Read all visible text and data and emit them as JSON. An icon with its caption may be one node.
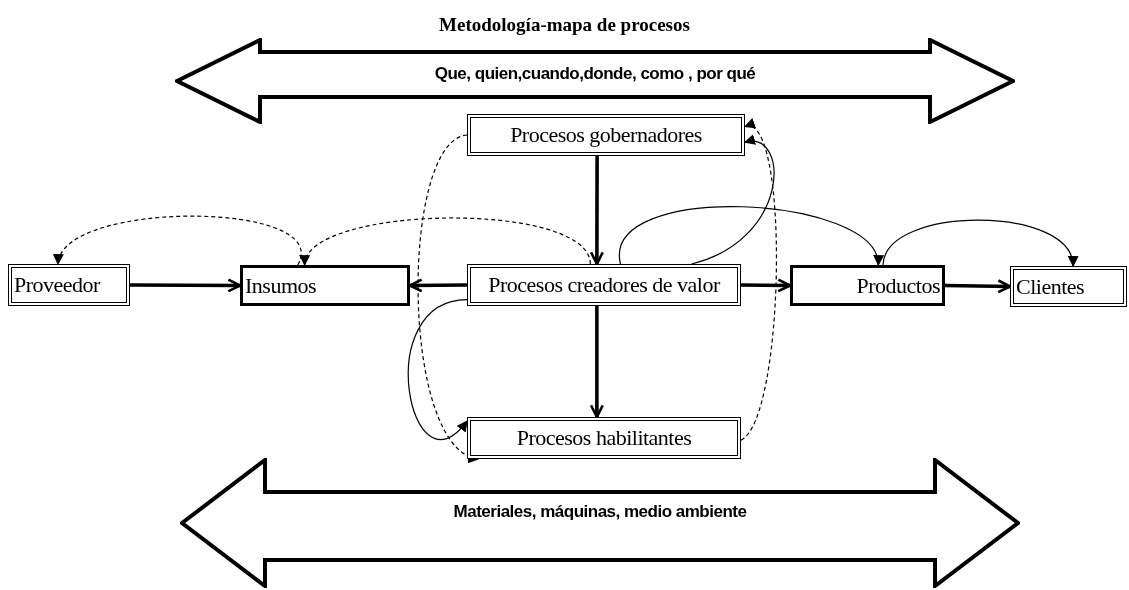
{
  "diagram": {
    "title": "Metodología-mapa de procesos",
    "nodes": [
      {
        "text": [
          "Que, quien,cuando,donde, como , por qué"
        ]
      },
      {
        "text": [
          "Procesos gobernadores"
        ]
      },
      {
        "text": [
          "Proveedor"
        ]
      },
      {
        "text": [
          "Insumos"
        ]
      },
      {
        "text": [
          "Procesos creadores de valor"
        ]
      },
      {
        "text": [
          "Productos"
        ]
      },
      {
        "text": [
          "Clientes"
        ]
      },
      {
        "text": [
          "Procesos habilitantes"
        ]
      },
      {
        "text": [
          "Materiales, máquinas, medio ambiente"
        ]
      }
    ],
    "edges": [
      {
        "from": 2,
        "to": 3,
        "arrow": "to",
        "style": "thick"
      },
      {
        "from": 4,
        "to": 3,
        "arrow": "to",
        "style": "thick"
      },
      {
        "from": 4,
        "to": 5,
        "arrow": "to",
        "style": "thick"
      },
      {
        "from": 5,
        "to": 6,
        "arrow": "to",
        "style": "thick"
      },
      {
        "from": 1,
        "to": 4,
        "arrow": "to",
        "style": "thick"
      },
      {
        "from": 4,
        "to": 7,
        "arrow": "to",
        "style": "thick"
      },
      {
        "from": 3,
        "to": 2,
        "arrow": "to",
        "style": "dashed"
      },
      {
        "from": 4,
        "to": 3,
        "arrow": "to",
        "style": "dashed"
      },
      {
        "from": 4,
        "to": 5,
        "arrow": "to"
      },
      {
        "from": 5,
        "to": 6,
        "arrow": "to"
      },
      {
        "from": 4,
        "to": 1,
        "arrow": "to"
      },
      {
        "from": 7,
        "to": 1,
        "arrow": "to",
        "style": "dashed"
      },
      {
        "from": 1,
        "to": 7,
        "arrow": "to",
        "style": "dashed"
      },
      {
        "from": 4,
        "to": 7,
        "arrow": "to"
      }
    ]
  }
}
